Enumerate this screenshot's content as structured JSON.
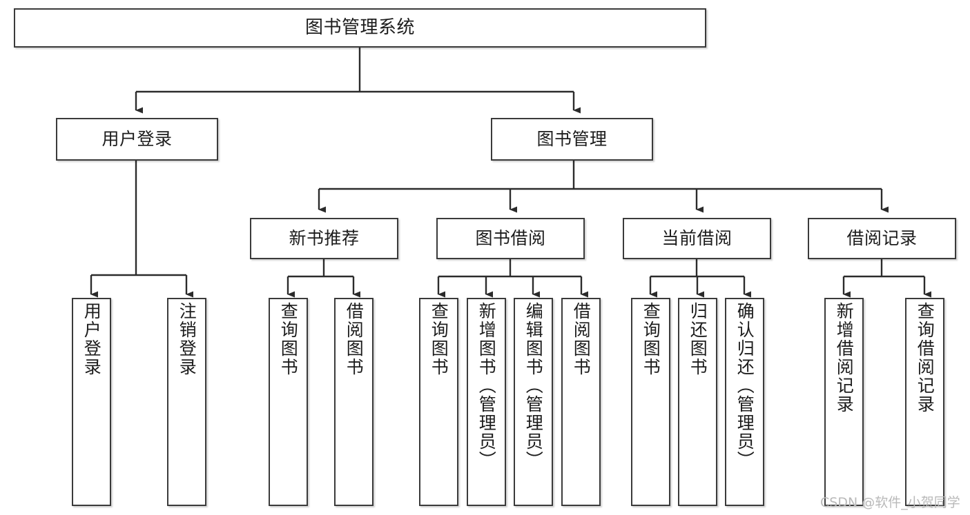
{
  "diagram": {
    "type": "tree-hierarchy",
    "title": "图书管理系统",
    "watermark": "CSDN @软件_小贺同学",
    "colors": {
      "box_border": "#3a3a3a",
      "box_fill": "#ffffff",
      "edge": "#2b2b2b",
      "text": "#1c1c1c",
      "watermark": "#b9b9b9"
    },
    "nodes": {
      "root": {
        "label": "图书管理系统"
      },
      "level2": [
        {
          "id": "user-login",
          "label": "用户登录"
        },
        {
          "id": "book-manage",
          "label": "图书管理"
        }
      ],
      "level3": [
        {
          "id": "new-book-recommend",
          "label": "新书推荐"
        },
        {
          "id": "book-borrow",
          "label": "图书借阅"
        },
        {
          "id": "current-borrow",
          "label": "当前借阅"
        },
        {
          "id": "borrow-record",
          "label": "借阅记录"
        }
      ],
      "leaves": {
        "user_login": [
          {
            "id": "leaf-user-login",
            "label": "用户登录"
          },
          {
            "id": "leaf-logout",
            "label": "注销登录"
          }
        ],
        "new_book_recommend": [
          {
            "id": "leaf-query-book-1",
            "label": "查询图书"
          },
          {
            "id": "leaf-borrow-book-1",
            "label": "借阅图书"
          }
        ],
        "book_borrow": [
          {
            "id": "leaf-query-book-2",
            "label": "查询图书"
          },
          {
            "id": "leaf-add-book",
            "label": "新增图书（管理员）"
          },
          {
            "id": "leaf-edit-book",
            "label": "编辑图书（管理员）"
          },
          {
            "id": "leaf-borrow-book-2",
            "label": "借阅图书"
          }
        ],
        "current_borrow": [
          {
            "id": "leaf-query-book-3",
            "label": "查询图书"
          },
          {
            "id": "leaf-return-book",
            "label": "归还图书"
          },
          {
            "id": "leaf-confirm-return",
            "label": "确认归还（管理员）"
          }
        ],
        "borrow_record": [
          {
            "id": "leaf-add-record",
            "label": "新增借阅记录"
          },
          {
            "id": "leaf-query-record",
            "label": "查询借阅记录"
          }
        ]
      }
    }
  }
}
